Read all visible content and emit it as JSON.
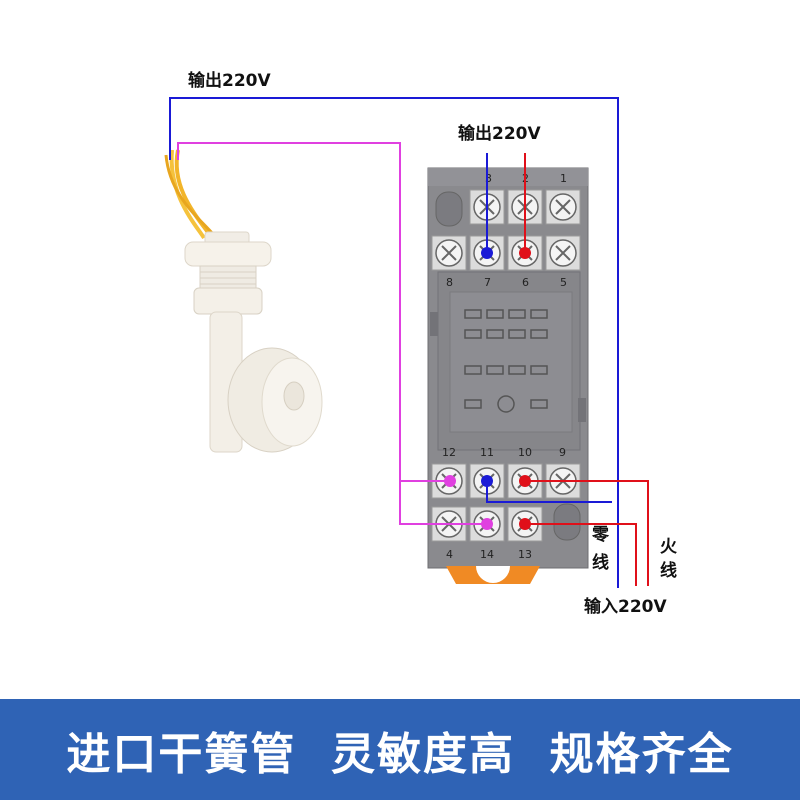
{
  "labels": {
    "output_top": "输出220V",
    "output_relay": "输出220V",
    "neutral": "零\n线",
    "live": "火\n线",
    "input": "输入220V"
  },
  "terminals_top_row": [
    "8",
    "7",
    "6",
    "5"
  ],
  "terminals_top_numbers": [
    "3",
    "2",
    "1"
  ],
  "terminals_bottom_row": [
    "12",
    "11",
    "10",
    "9"
  ],
  "terminals_base_row": [
    "4",
    "14",
    "13"
  ],
  "banner": {
    "text": "进口干簧管  灵敏度高  规格齐全"
  },
  "colors": {
    "blue_wire": "#1a1ad6",
    "red_wire": "#e0101a",
    "magenta_wire": "#e040e0",
    "relay_body": "#8a8a8e",
    "banner_bg": "#2f63b5"
  }
}
